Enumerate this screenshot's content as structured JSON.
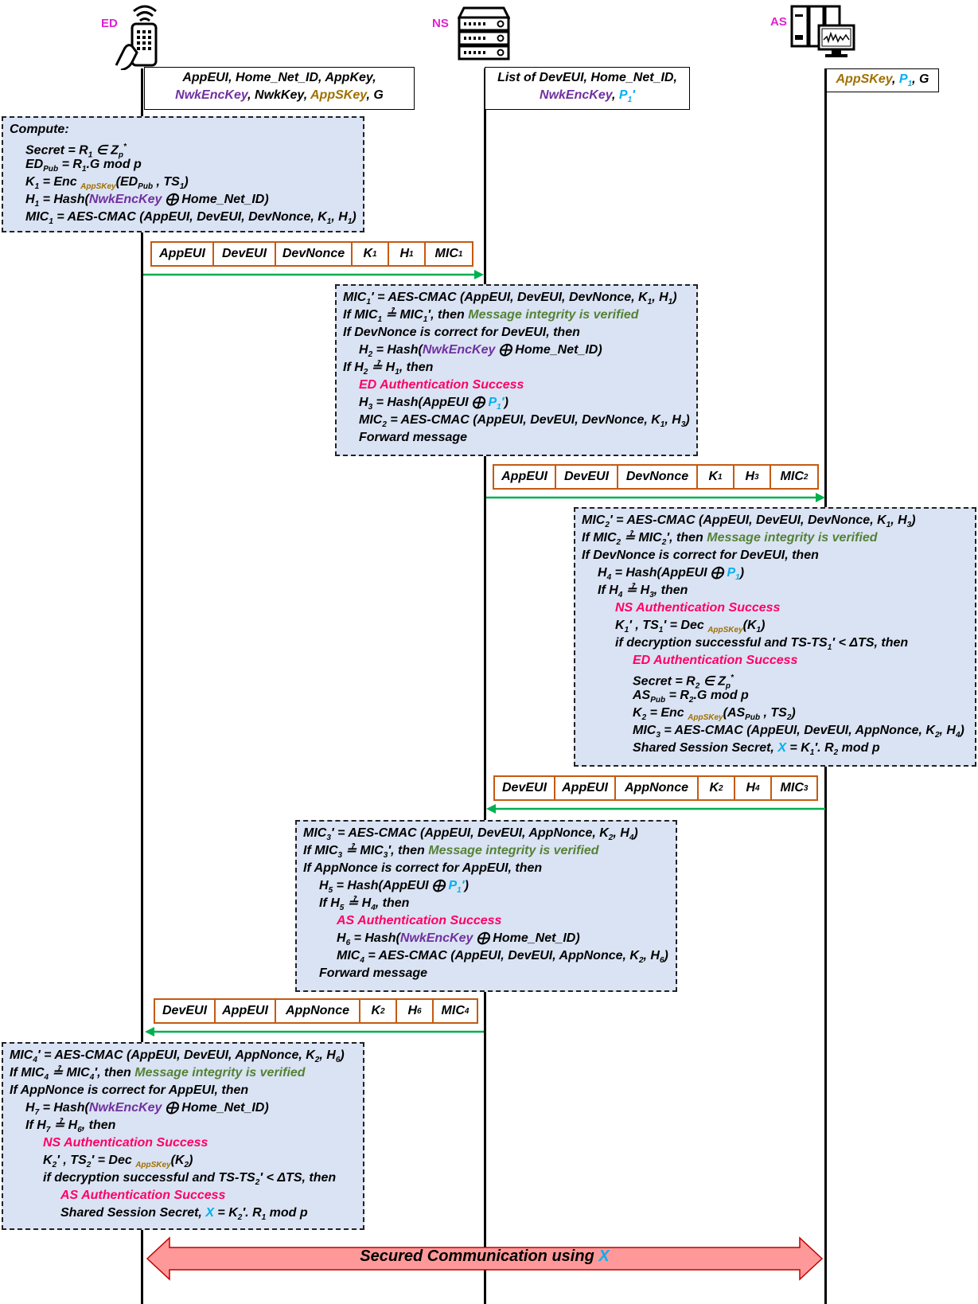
{
  "lanes": {
    "ed": "ED",
    "ns": "NS",
    "as": "AS"
  },
  "init_boxes": {
    "ed": {
      "line1": "AppEUI, Home_Net_ID, AppKey,",
      "l2a": "NwkEncKey",
      "l2b": ", NwkKey, ",
      "l2c": "AppSKey",
      "l2d": ", G"
    },
    "ns": {
      "line1": "List of DevEUI, Home_Net_ID,",
      "l2a": "NwkEncKey",
      "l2b": ", ",
      "l2c": "P",
      "l2c_sub": "1",
      "l2c_sup": "′"
    },
    "as": {
      "a": "AppSKey",
      "b": ", ",
      "c": "P",
      "c_sub": "1",
      "d": ", G"
    }
  },
  "messages": {
    "m1": [
      "AppEUI",
      "DevEUI",
      "DevNonce",
      "K1",
      "H1",
      "MIC1"
    ],
    "m2": [
      "AppEUI",
      "DevEUI",
      "DevNonce",
      "K1",
      "H3",
      "MIC2"
    ],
    "m3": [
      "DevEUI",
      "AppEUI",
      "AppNonce",
      "K2",
      "H4",
      "MIC3"
    ],
    "m4": [
      "DevEUI",
      "AppEUI",
      "AppNonce",
      "K2",
      "H6",
      "MIC4"
    ]
  },
  "colors": {
    "box_fill": "#dae3f3",
    "message_border": "#c55a11",
    "arrow_green": "#00b050",
    "final_arrow_fill": "#ff9999",
    "lane_title": "#e020d0",
    "integrity_text": "#548235",
    "auth_text": "#ff0066",
    "key_purple": "#7030a0",
    "key_gold": "#a07000",
    "param_cyan": "#00b0f0"
  },
  "icons": {
    "ed": "remote-control-hand-icon",
    "ns": "server-rack-icon",
    "as": "application-server-icon"
  },
  "labels": {
    "compute": "Compute:",
    "then_integrity": "Message integrity is verified",
    "ed_auth": "ED Authentication Success",
    "ns_auth": "NS Authentication Success",
    "as_auth": "AS Authentication Success",
    "forward": "Forward message",
    "final_text": "Secured Communication using ",
    "final_x": "X"
  }
}
